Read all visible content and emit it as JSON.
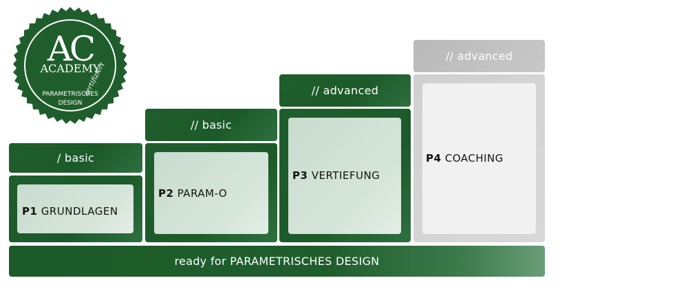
{
  "badge": {
    "logo": "AC",
    "academy": "ACADEMY",
    "line1": "PARAMETRISCHES",
    "line2": "DESIGN",
    "stamp": "zertifiziert"
  },
  "steps": [
    {
      "header": "/ basic",
      "code": "P1",
      "name": "GRUNDLAGEN"
    },
    {
      "header": "// basic",
      "code": "P2",
      "name": "PARAM-O"
    },
    {
      "header": "// advanced",
      "code": "P3",
      "name": "VERTIEFUNG"
    },
    {
      "header": "// advanced",
      "code": "P4",
      "name": "COACHING"
    }
  ],
  "footer": "ready for PARAMETRISCHES DESIGN",
  "colors": {
    "green": "#1f5e2c",
    "light_green": "#cfe0d4",
    "grey": "#c4c4c4"
  }
}
